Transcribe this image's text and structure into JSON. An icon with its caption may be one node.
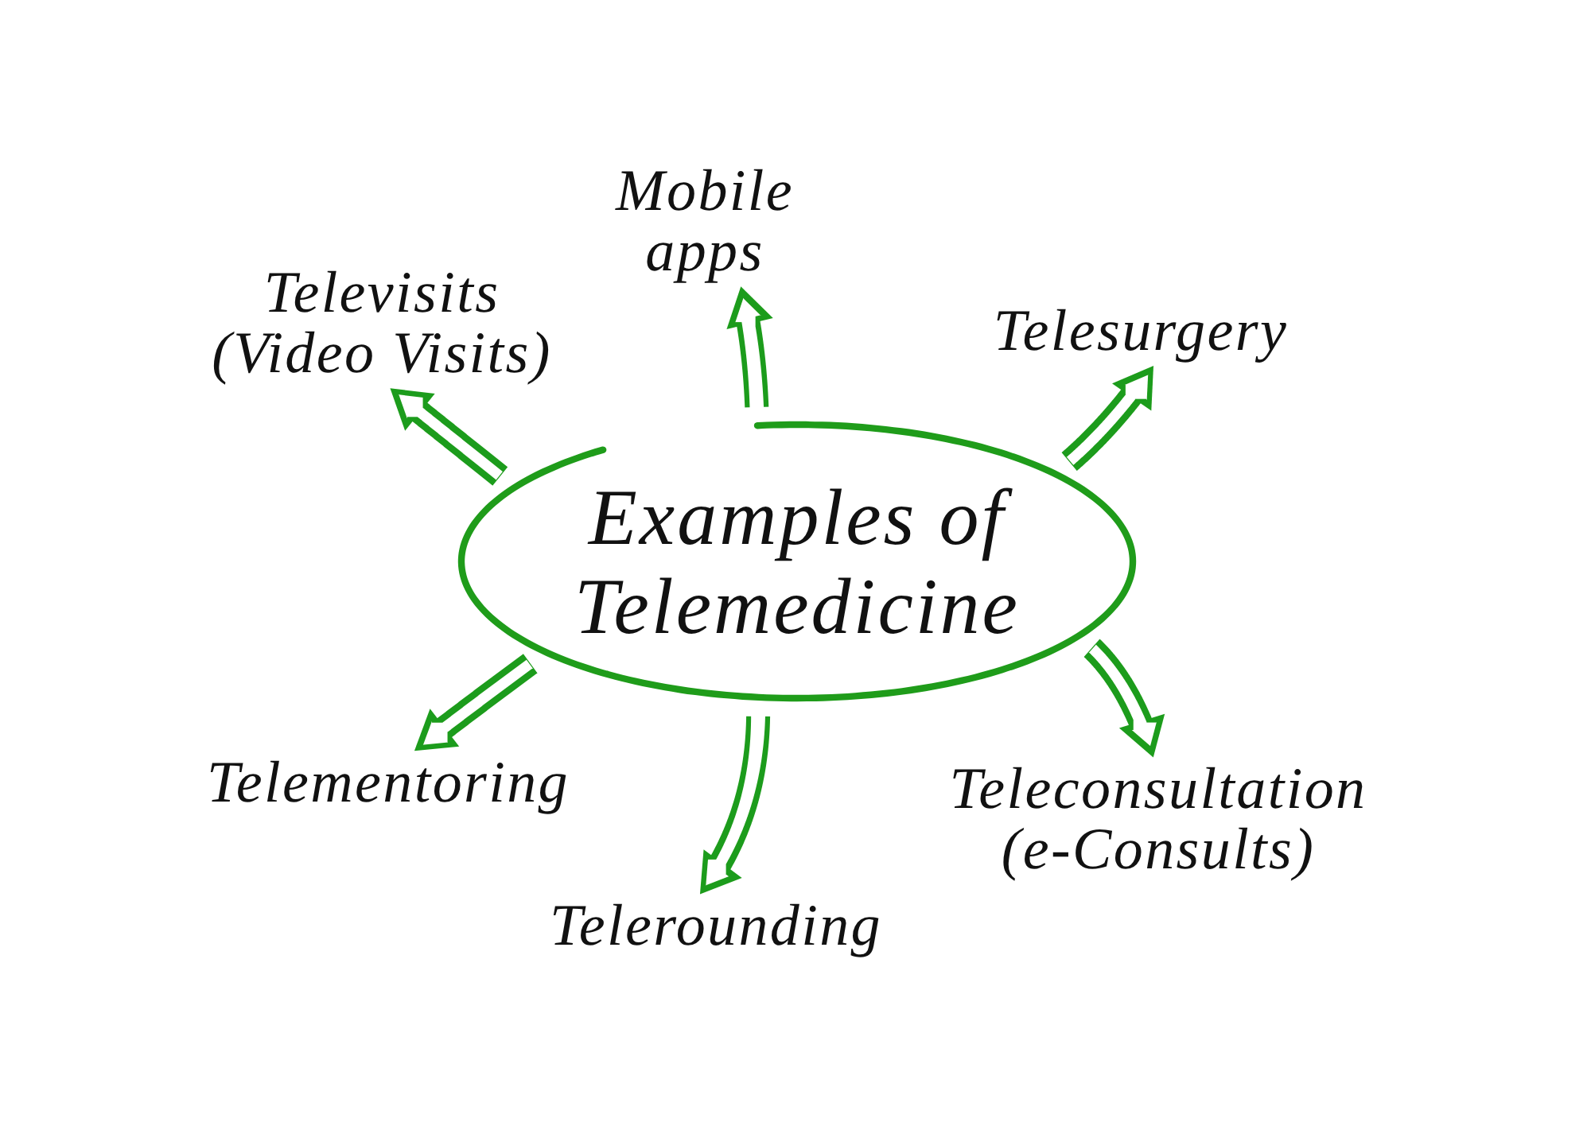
{
  "diagram": {
    "nodes": [
      {
        "text": [
          "Examples of Telemedicine"
        ]
      },
      {
        "text": [
          "Mobile apps"
        ]
      },
      {
        "text": [
          "Televisits",
          "(Video Visits)"
        ]
      },
      {
        "text": [
          "Telesurgery"
        ]
      },
      {
        "text": [
          "Telementoring"
        ]
      },
      {
        "text": [
          "Teleconsultation",
          "(e-Consults)"
        ]
      },
      {
        "text": [
          "Telerounding"
        ]
      }
    ],
    "edges": [
      {
        "from": 0,
        "to": 1,
        "arrow": "to"
      },
      {
        "from": 0,
        "to": 2,
        "arrow": "to"
      },
      {
        "from": 0,
        "to": 3,
        "arrow": "to"
      },
      {
        "from": 0,
        "to": 4,
        "arrow": "to"
      },
      {
        "from": 0,
        "to": 5,
        "arrow": "to"
      },
      {
        "from": 0,
        "to": 6,
        "arrow": "to"
      }
    ]
  }
}
